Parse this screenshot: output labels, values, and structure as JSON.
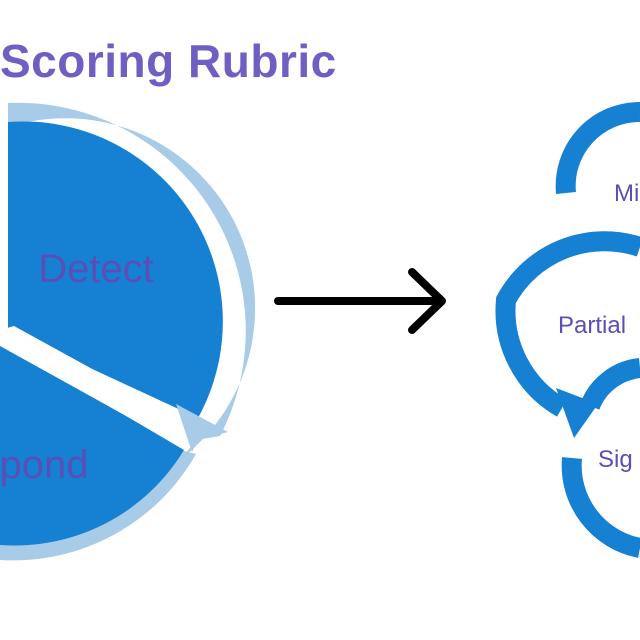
{
  "title": "Scoring Rubric",
  "cycle": {
    "labels": [
      "Detect",
      "pond"
    ]
  },
  "levels": {
    "labels": [
      "Mi",
      "Partial",
      "Sig"
    ]
  },
  "colors": {
    "title": "#6e5fc2",
    "primary_blue": "#1680d2",
    "light_blue": "#a8cbe8",
    "label_purple": "#5a4fb8",
    "arrow": "#000000"
  }
}
